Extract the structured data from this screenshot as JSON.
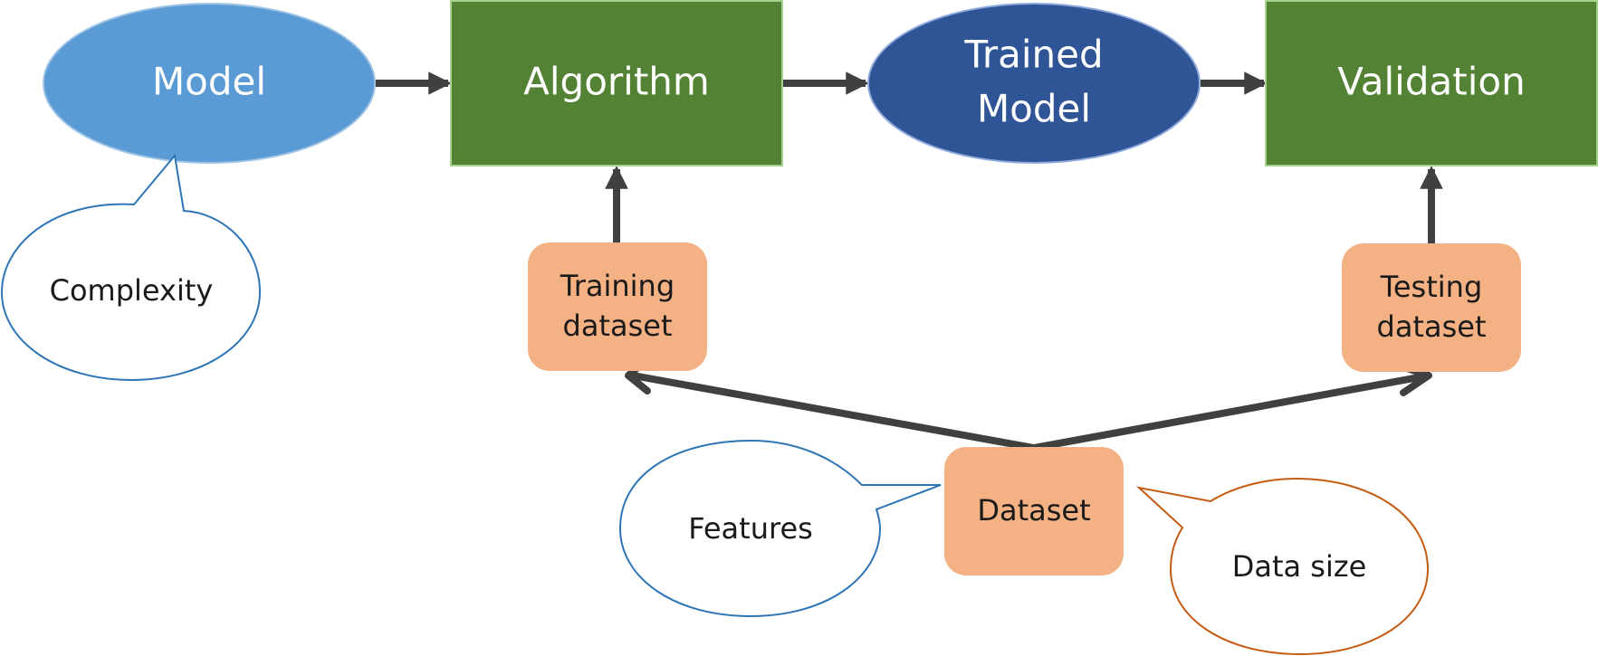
{
  "colors": {
    "model_fill": "#5b9bd5",
    "algorithm_fill": "#548235",
    "trained_model_fill": "#2f5597",
    "dataset_fill": "#f4b183",
    "arrow": "#404040",
    "callout_blue_border": "#2e75b6",
    "callout_orange_border": "#c55a11",
    "white_text": "#ffffff",
    "dark_text": "#1a1a1a"
  },
  "nodes": {
    "model": {
      "label": "Model"
    },
    "algorithm": {
      "label": "Algorithm"
    },
    "trained_model": {
      "label_line1": "Trained",
      "label_line2": "Model"
    },
    "validation": {
      "label": "Validation"
    },
    "training_dataset": {
      "label_line1": "Training",
      "label_line2": "dataset"
    },
    "testing_dataset": {
      "label_line1": "Testing",
      "label_line2": "dataset"
    },
    "dataset": {
      "label": "Dataset"
    }
  },
  "callouts": {
    "complexity": {
      "label": "Complexity"
    },
    "features": {
      "label": "Features"
    },
    "data_size": {
      "label": "Data size"
    }
  }
}
